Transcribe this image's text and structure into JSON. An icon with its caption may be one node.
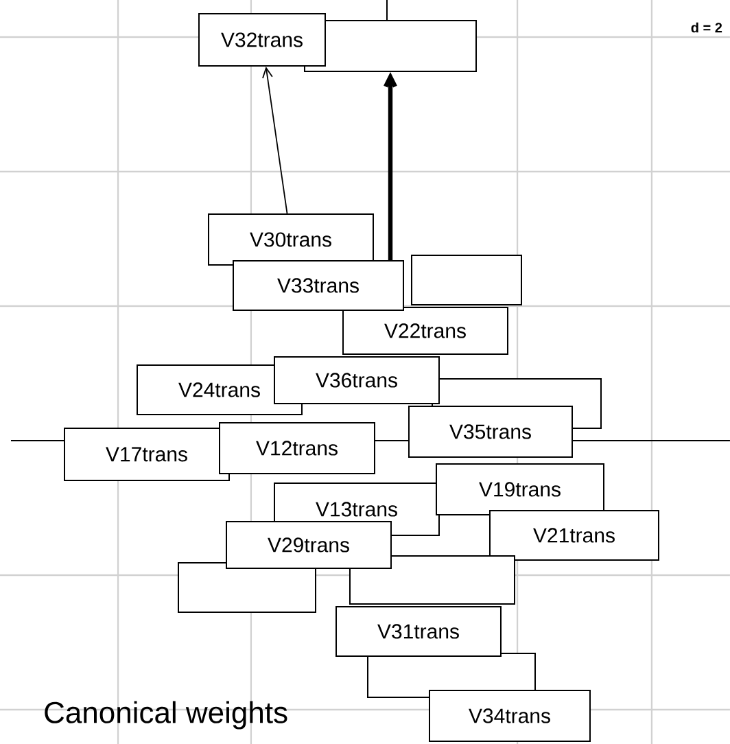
{
  "diagram": {
    "title": "Canonical weights",
    "nodes": [
      {
        "text": [],
        "shape": "box"
      },
      {
        "text": [
          "V32trans"
        ]
      },
      {
        "text": [
          "V30trans"
        ]
      },
      {
        "text": [],
        "shape": "box"
      },
      {
        "text": [
          "V33trans"
        ]
      },
      {
        "text": [
          "V22trans"
        ]
      },
      {
        "text": [],
        "shape": "box"
      },
      {
        "text": [
          "V24trans"
        ]
      },
      {
        "text": [
          "V36trans"
        ]
      },
      {
        "text": [
          "V35trans"
        ]
      },
      {
        "text": [
          "V17trans"
        ]
      },
      {
        "text": [
          "V12trans"
        ]
      },
      {
        "text": [
          "V13trans"
        ]
      },
      {
        "text": [
          "V19trans"
        ]
      },
      {
        "text": [
          "V21trans"
        ]
      },
      {
        "text": [],
        "shape": "box"
      },
      {
        "text": [
          "V29trans"
        ]
      },
      {
        "text": [],
        "shape": "box"
      },
      {
        "text": [
          "V31trans"
        ]
      },
      {
        "text": [],
        "shape": "box"
      },
      {
        "text": [
          "V34trans"
        ]
      }
    ],
    "edges": [
      {
        "from": 2,
        "to": 1,
        "arrow": "to"
      },
      {
        "from": 4,
        "to": 0,
        "arrow": "to",
        "style": "thick"
      }
    ],
    "labels": [
      "d = 2"
    ]
  }
}
